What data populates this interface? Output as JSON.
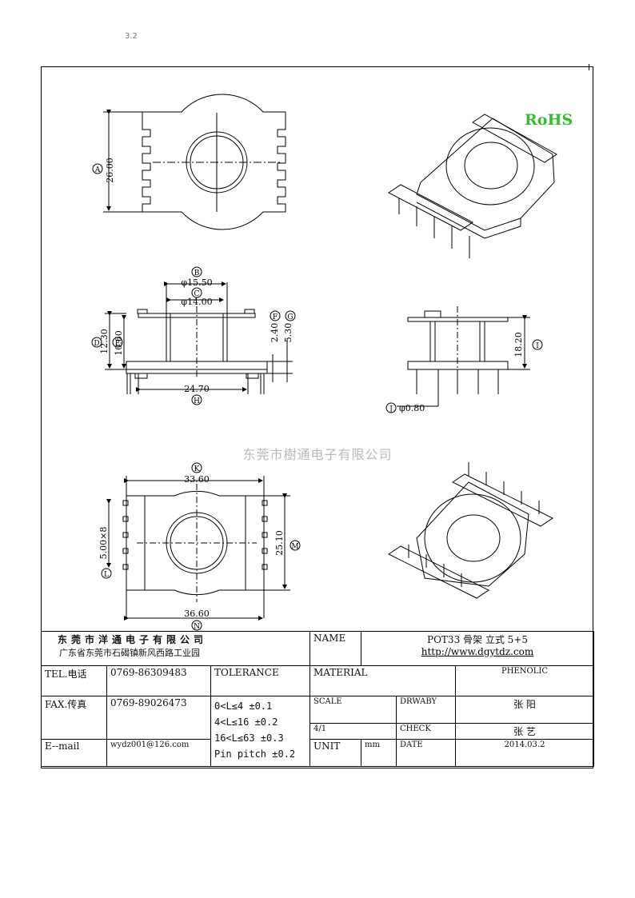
{
  "page_mark": "3.2",
  "watermark": "东莞市樹通电子有限公司",
  "rohs": "RoHS",
  "dims": {
    "A": "26.00",
    "B_val": "φ15.50",
    "C_val": "φ14.00",
    "D": "12.30",
    "E": "10.60",
    "F": "2.40",
    "G": "5.30",
    "H": "24.70",
    "I": "18.20",
    "J": "φ0.80",
    "K": "33.60",
    "L": "5.00×8",
    "M": "25.10",
    "N": "36.60"
  },
  "markers": {
    "A": "A",
    "B": "B",
    "C": "C",
    "D": "D",
    "E": "E",
    "F": "F",
    "G": "G",
    "H": "H",
    "I": "I",
    "J": "J",
    "K": "K",
    "L": "L",
    "M": "M",
    "N": "N"
  },
  "title_block": {
    "company_name": "东莞市洋通电子有限公司",
    "company_address": "广东省东莞市石碣镇新风西路工业园",
    "name_label": "NAME",
    "name_value": "POT33 骨架 立式 5+5",
    "url": "http://www.dgytdz.com",
    "tel_label": "TEL.电话",
    "tel_value": "0769-86309483",
    "fax_label": "FAX.传真",
    "fax_value": "0769-89026473",
    "email_label": "E--mail",
    "email_value": "wydz001@126.com",
    "tolerance_label": "TOLERANCE",
    "tolerance_lines": [
      "0<L≤4  ±0.1",
      "4<L≤16  ±0.2",
      "16<L≤63 ±0.3",
      "Pin pitch ±0.2"
    ],
    "material_label": "MATERIAL",
    "material_value": "PHENOLIC",
    "scale_label": "SCALE",
    "scale_value": "4/1",
    "drawby_label": "DRWABY",
    "drawby_value": "张 阳",
    "check_label": "CHECK",
    "check_value": "张 艺",
    "unit_label": "UNIT",
    "unit_value": "mm",
    "date_label": "DATE",
    "date_value": "2014.03.2"
  }
}
